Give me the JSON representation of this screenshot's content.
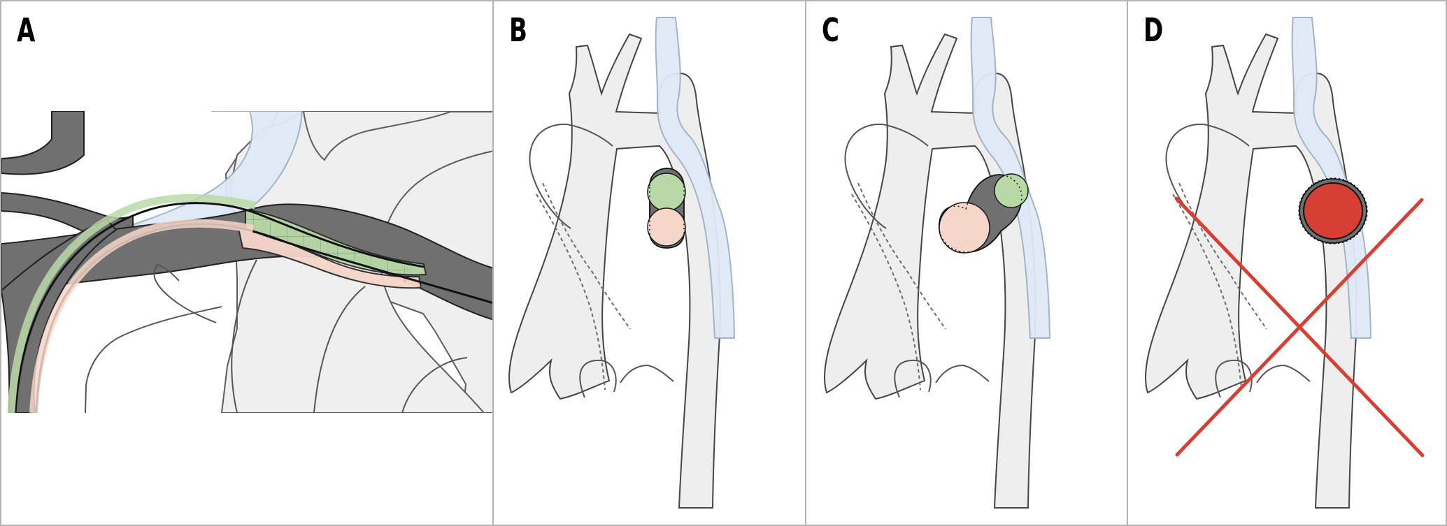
{
  "figure": {
    "panels": [
      {
        "label": "A"
      },
      {
        "label": "B"
      },
      {
        "label": "C"
      },
      {
        "label": "D"
      }
    ]
  },
  "colors": {
    "background": "#ffffff",
    "panel_border": "#b4b4b4",
    "anatomy_fill": "#eeeeee",
    "dark_vessel": "#707070",
    "airway": "#dfeaf7",
    "green_balloon": "#b8d9a6",
    "pink_balloon": "#f5d6c9",
    "red_occlusion": "#d53f34",
    "black_outline": "#111111"
  },
  "icons": {
    "red_x": "red-x-mark-icon",
    "dots": "dotted-border-icon"
  }
}
